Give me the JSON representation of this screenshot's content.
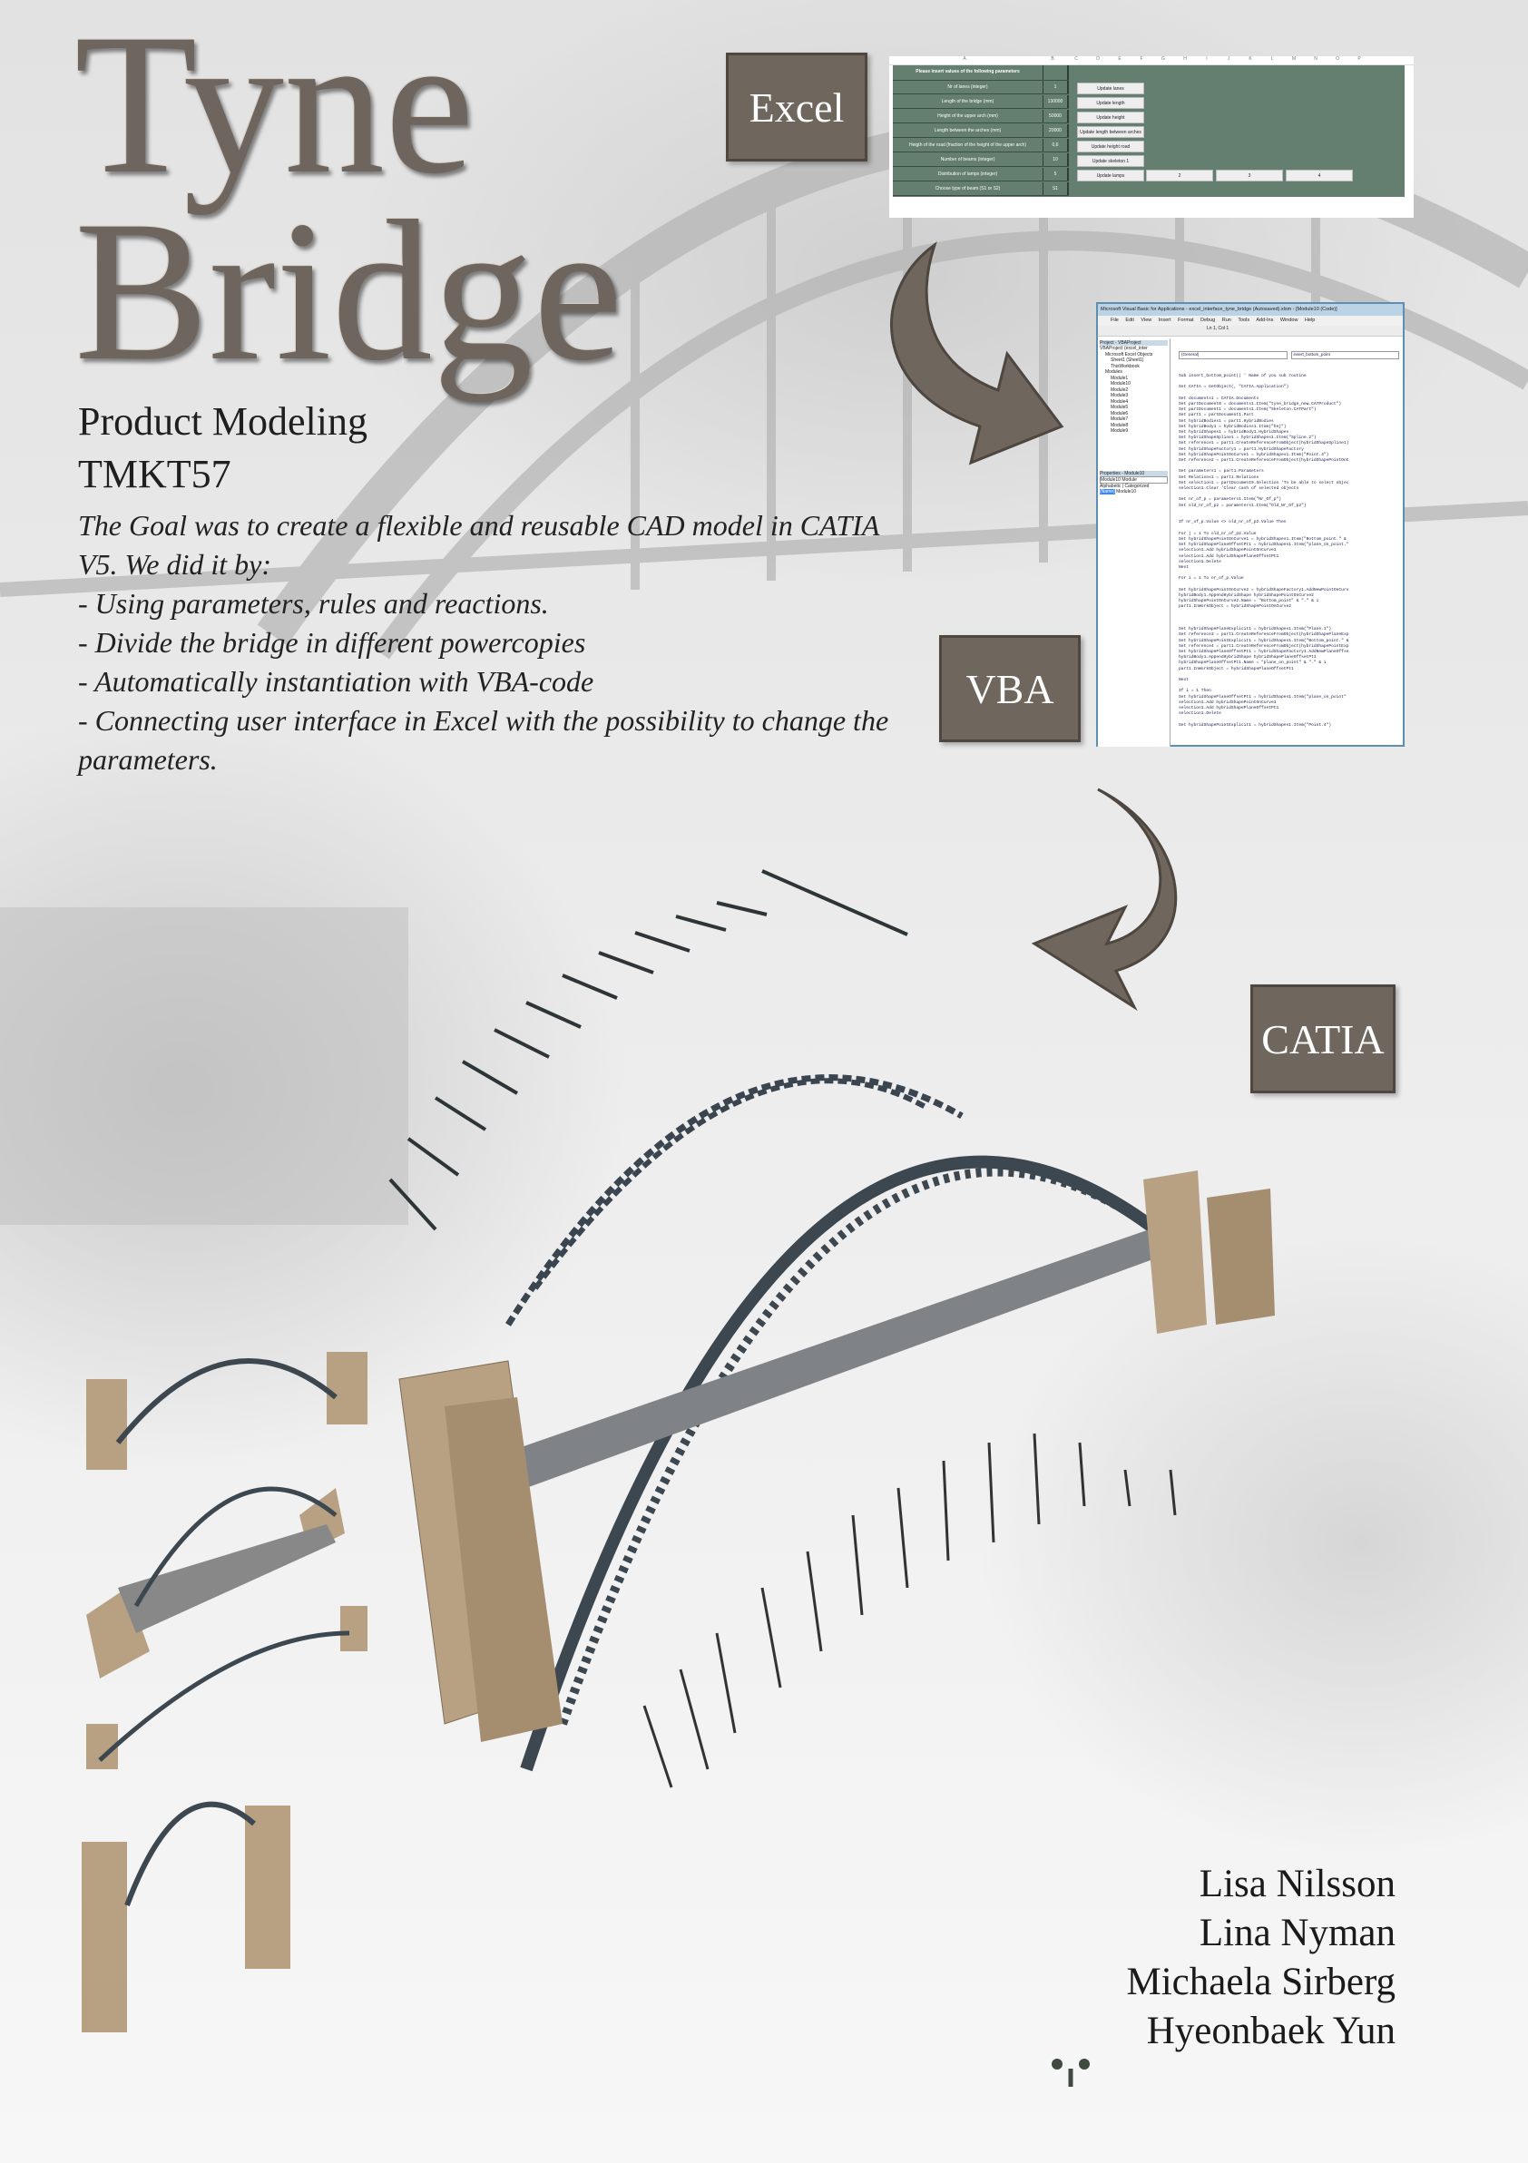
{
  "title": {
    "line1": "Tyne",
    "line2": "Bridge"
  },
  "subtitle": "Product Modeling",
  "course": "TMKT57",
  "goal": {
    "intro": "The Goal was to create a flexible and reusable CAD model in CATIA V5. We did it by:",
    "bullets": [
      "- Using parameters, rules and reactions.",
      "- Divide the bridge in different powercopies",
      "- Automatically instantiation with VBA-code",
      "- Connecting user interface in Excel with the possibility to change the parameters."
    ]
  },
  "labels": {
    "excel": "Excel",
    "vba": "VBA",
    "catia": "CATIA"
  },
  "excel": {
    "columns": [
      "A",
      "B",
      "C",
      "D",
      "E",
      "F",
      "G",
      "H",
      "I",
      "J",
      "K",
      "L",
      "M",
      "N",
      "O",
      "P"
    ],
    "header": "Please insert values of the following parameters",
    "rows": [
      {
        "label": "Nr of lanes (integer)",
        "value": "1"
      },
      {
        "label": "Length of the bridge (mm)",
        "value": "130000"
      },
      {
        "label": "Height of the upper arch (mm)",
        "value": "50000"
      },
      {
        "label": "Length between the arches (mm)",
        "value": "20000"
      },
      {
        "label": "Heigth of the road (fraction of the height of the upper arch)",
        "value": "0,6"
      },
      {
        "label": "Number of beams (integer)",
        "value": "10"
      },
      {
        "label": "Distribution of lamps (integer)",
        "value": "5"
      },
      {
        "label": "Choose type of beam (S1 or S2)",
        "value": "S1"
      }
    ],
    "buttons": [
      "Update lanes",
      "Update length",
      "Update height",
      "Update length between arches",
      "Update height road",
      "Update skeleton 1",
      "Update lamps"
    ],
    "skeleton_buttons": [
      "2",
      "3",
      "4"
    ]
  },
  "vba": {
    "window_title": "Microsoft Visual Basic for Applications - excel_interface_tyne_bridge (Autosaved).xlsm - [Module10 (Code)]",
    "menu": [
      "File",
      "Edit",
      "View",
      "Insert",
      "Format",
      "Debug",
      "Run",
      "Tools",
      "Add-Ins",
      "Window",
      "Help"
    ],
    "position": "Ln 1, Col 1",
    "project_title": "Project - VBAProject",
    "tree": [
      "VBAProject (excel_inter",
      "Microsoft Excel Objects",
      "Sheet1 (Sheet1)",
      "ThisWorkbook",
      "Modules",
      "Module1",
      "Module10",
      "Module2",
      "Module3",
      "Module4",
      "Module5",
      "Module6",
      "Module7",
      "Module8",
      "Module9"
    ],
    "properties_title": "Properties - Module10",
    "properties_combo": "Module10 Module",
    "prop_tabs": [
      "Alphabetic",
      "Categorized"
    ],
    "prop_name": "(Name)",
    "prop_value": "Module10",
    "combo_left": "(General)",
    "combo_right": "insert_bottom_point",
    "code": "Sub insert_bottom_point() ' Name of you sub routine\n\nSet CATIA = GetObject(, \"CATIA.Application\")\n\nSet documents1 = CATIA.Documents\nSet partDocument0 = documents1.Item(\"tyne_bridge_new.CATProduct\")\nSet partDocument1 = documents1.Item(\"Skeleton.CATPart\")\nSet part1 = partDocument1.Part\nSet hybridBodies1 = part1.HybridBodies\nSet hybridBody1 = hybridBodies1.Item(\"hej\")\nSet hybridShapes1 = hybridBody1.HybridShapes\nSet hybridShapeSpline1 = hybridShapes1.Item(\"Spline.2\")\nSet reference1 = part1.CreateReferenceFromObject(hybridShapeSpline1)\nSet hybridShapeFactory1 = part1.HybridShapeFactory\nSet hybridShapePointOnCurve1 = hybridShapes1.Item(\"Point.4\")\nSet reference2 = part1.CreateReferenceFromObject(hybridShapePointOnC\n\nSet parameters1 = part1.Parameters\nSet Relations1 = part1.Relations\nSet selection1 = partDocument0.Selection 'To be able to select objec\nselection1.Clear 'Clear cash of selected objects\n\nSet nr_of_p = parameters1.Item(\"Nr_Of_p\")\nSet old_nr_of_p2 = parameters1.Item(\"Old_Nr_Of_p2\")\n\n\nIf nr_of_p.Value <> old_nr_of_p2.Value Then\n\nFor j = 1 To old_nr_of_p2.Value\nSet hybridShapePointOnCurve1 = hybridShapes1.Item(\"Bottom_point.\" &\nSet hybridShapePlaneOffsetPt1 = hybridShapes1.Item(\"plane_on_point.\"\nselection1.Add hybridShapePointOnCurve1\nselection1.Add hybridShapePlaneOffsetPt1\nselection1.Delete\nNext\n\nFor i = 1 To nr_of_p.Value\n\nSet hybridShapePointOnCurve2 = hybridShapeFactory1.AddNewPointOnCurv\nhybridBody1.AppendHybridShape hybridShapePointOnCurve2\nhybridShapePointOnCurve2.Name = \"Bottom_point\" & \".\" & i\npart1.InWorkObject = hybridShapePointOnCurve2\n\n\n\nSet hybridShapePlaneExplicit1 = hybridShapes1.Item(\"Plane.1\")\nSet reference3 = part1.CreateReferenceFromObject(hybridShapePlaneExp\nSet hybridShapePointExplicit1 = hybridShapes1.Item(\"Bottom_point.\" &\nSet reference4 = part1.CreateReferenceFromObject(hybridShapePointExp\nSet hybridShapePlaneOffsetPt1 = hybridShapeFactory1.AddNewPlaneOffse\nhybridBody1.AppendHybridShape hybridShapePlaneOffsetPt1\nhybridShapePlaneOffsetPt1.Name = \"plane_on_point\" & \".\" & i\npart1.InWorkObject = hybridShapePlaneOffsetPt1\n\nNext\n\nIf i = 1 Then\nSet hybridShapePlaneOffsetPt1 = hybridShapes1.Item(\"plane_on_point\"\nselection1.Add hybridShapePointOnCurve1\nselection1.Add hybridShapePlaneOffsetPt1\nselection1.Delete\n\nSet hybridShapePointExplicit1 = hybridShapes1.Item(\"Point.4\")"
  },
  "authors": [
    "Lisa Nilsson",
    "Lina Nyman",
    "Michaela Sirberg",
    "Hyeonbaek Yun"
  ],
  "colors": {
    "label_bg": "#6f665d",
    "excel_green": "#647e70",
    "pylon": "#b8a183",
    "steel": "#3d4750"
  }
}
